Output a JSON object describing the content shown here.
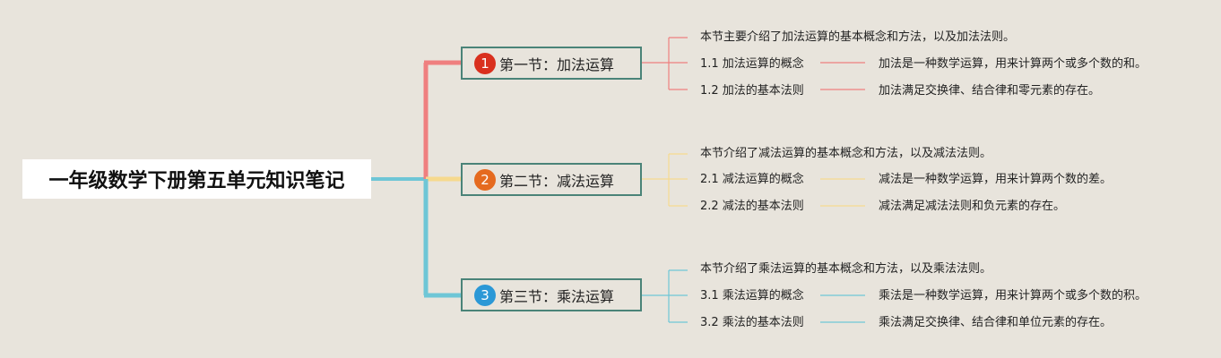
{
  "root": {
    "title": "一年级数学下册第五单元知识笔记"
  },
  "sections": [
    {
      "number": "1",
      "title": "第一节：加法运算",
      "color": "#ef7f7f",
      "badge_color": "#d9301e",
      "summary": "本节主要介绍了加法运算的基本概念和方法，以及加法法则。",
      "items": [
        {
          "label": "1.1 加法运算的概念",
          "detail": "加法是一种数学运算，用来计算两个或多个数的和。"
        },
        {
          "label": "1.2 加法的基本法则",
          "detail": "加法满足交换律、结合律和零元素的存在。"
        }
      ]
    },
    {
      "number": "2",
      "title": "第二节：减法运算",
      "color": "#f6d98e",
      "badge_color": "#e56a1f",
      "summary": "本节介绍了减法运算的基本概念和方法，以及减法法则。",
      "items": [
        {
          "label": "2.1 减法运算的概念",
          "detail": "减法是一种数学运算，用来计算两个数的差。"
        },
        {
          "label": "2.2 减法的基本法则",
          "detail": "减法满足减法法则和负元素的存在。"
        }
      ]
    },
    {
      "number": "3",
      "title": "第三节：乘法运算",
      "color": "#6ec6d6",
      "badge_color": "#2b98d6",
      "summary": "本节介绍了乘法运算的基本概念和方法，以及乘法法则。",
      "items": [
        {
          "label": "3.1 乘法运算的概念",
          "detail": "乘法是一种数学运算，用来计算两个或多个数的积。"
        },
        {
          "label": "3.2 乘法的基本法则",
          "detail": "乘法满足交换律、结合律和单位元素的存在。"
        }
      ]
    }
  ]
}
